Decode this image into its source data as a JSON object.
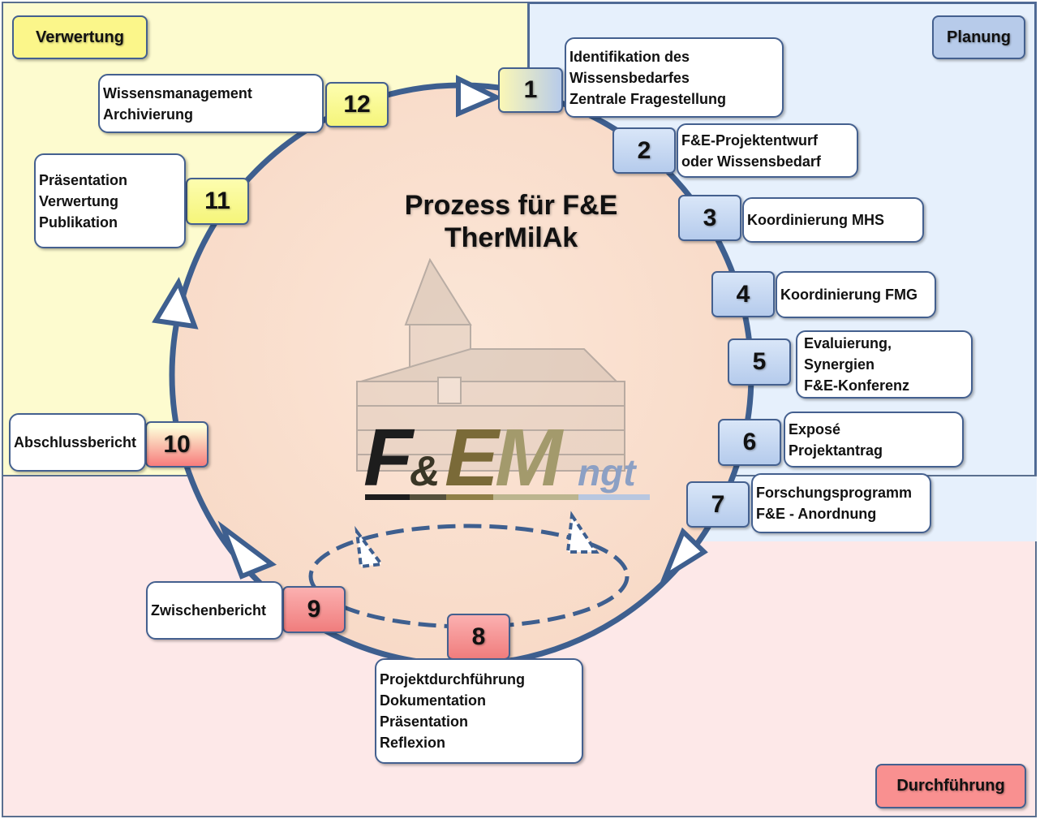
{
  "title": {
    "line1": "Prozess für F&E",
    "line2": "TherMilAk"
  },
  "phases": {
    "verwertung": "Verwertung",
    "planung": "Planung",
    "durchfuehrung": "Durchführung"
  },
  "logo": {
    "text_f": "F",
    "text_amp": "&",
    "text_e": "E",
    "text_m": "M",
    "text_ngt": "ngt"
  },
  "steps": [
    {
      "num": "1",
      "lines": [
        "Identifikation des",
        "Wissensbedarfes",
        "Zentrale Fragestellung"
      ]
    },
    {
      "num": "2",
      "lines": [
        "F&E-Projektentwurf",
        "oder Wissensbedarf"
      ]
    },
    {
      "num": "3",
      "lines": [
        "Koordinierung MHS"
      ]
    },
    {
      "num": "4",
      "lines": [
        "Koordinierung FMG"
      ]
    },
    {
      "num": "5",
      "lines": [
        "Evaluierung,",
        "Synergien",
        "F&E-Konferenz"
      ]
    },
    {
      "num": "6",
      "lines": [
        "Exposé",
        "Projektantrag"
      ]
    },
    {
      "num": "7",
      "lines": [
        "Forschungsprogramm",
        "F&E - Anordnung"
      ]
    },
    {
      "num": "8",
      "lines": [
        "Projektdurchführung",
        "Dokumentation",
        "Präsentation",
        "Reflexion"
      ]
    },
    {
      "num": "9",
      "lines": [
        "Zwischenbericht"
      ]
    },
    {
      "num": "10",
      "lines": [
        "Abschlussbericht"
      ]
    },
    {
      "num": "11",
      "lines": [
        "Präsentation",
        "Verwertung",
        "Publikation"
      ]
    },
    {
      "num": "12",
      "lines": [
        "Wissensmanagement",
        "Archivierung"
      ]
    }
  ],
  "colors": {
    "planung": "#b5cbec",
    "verwertung": "#f5f57a",
    "durchfuehrung": "#f07d7d",
    "circle": "#3e5f8f"
  }
}
